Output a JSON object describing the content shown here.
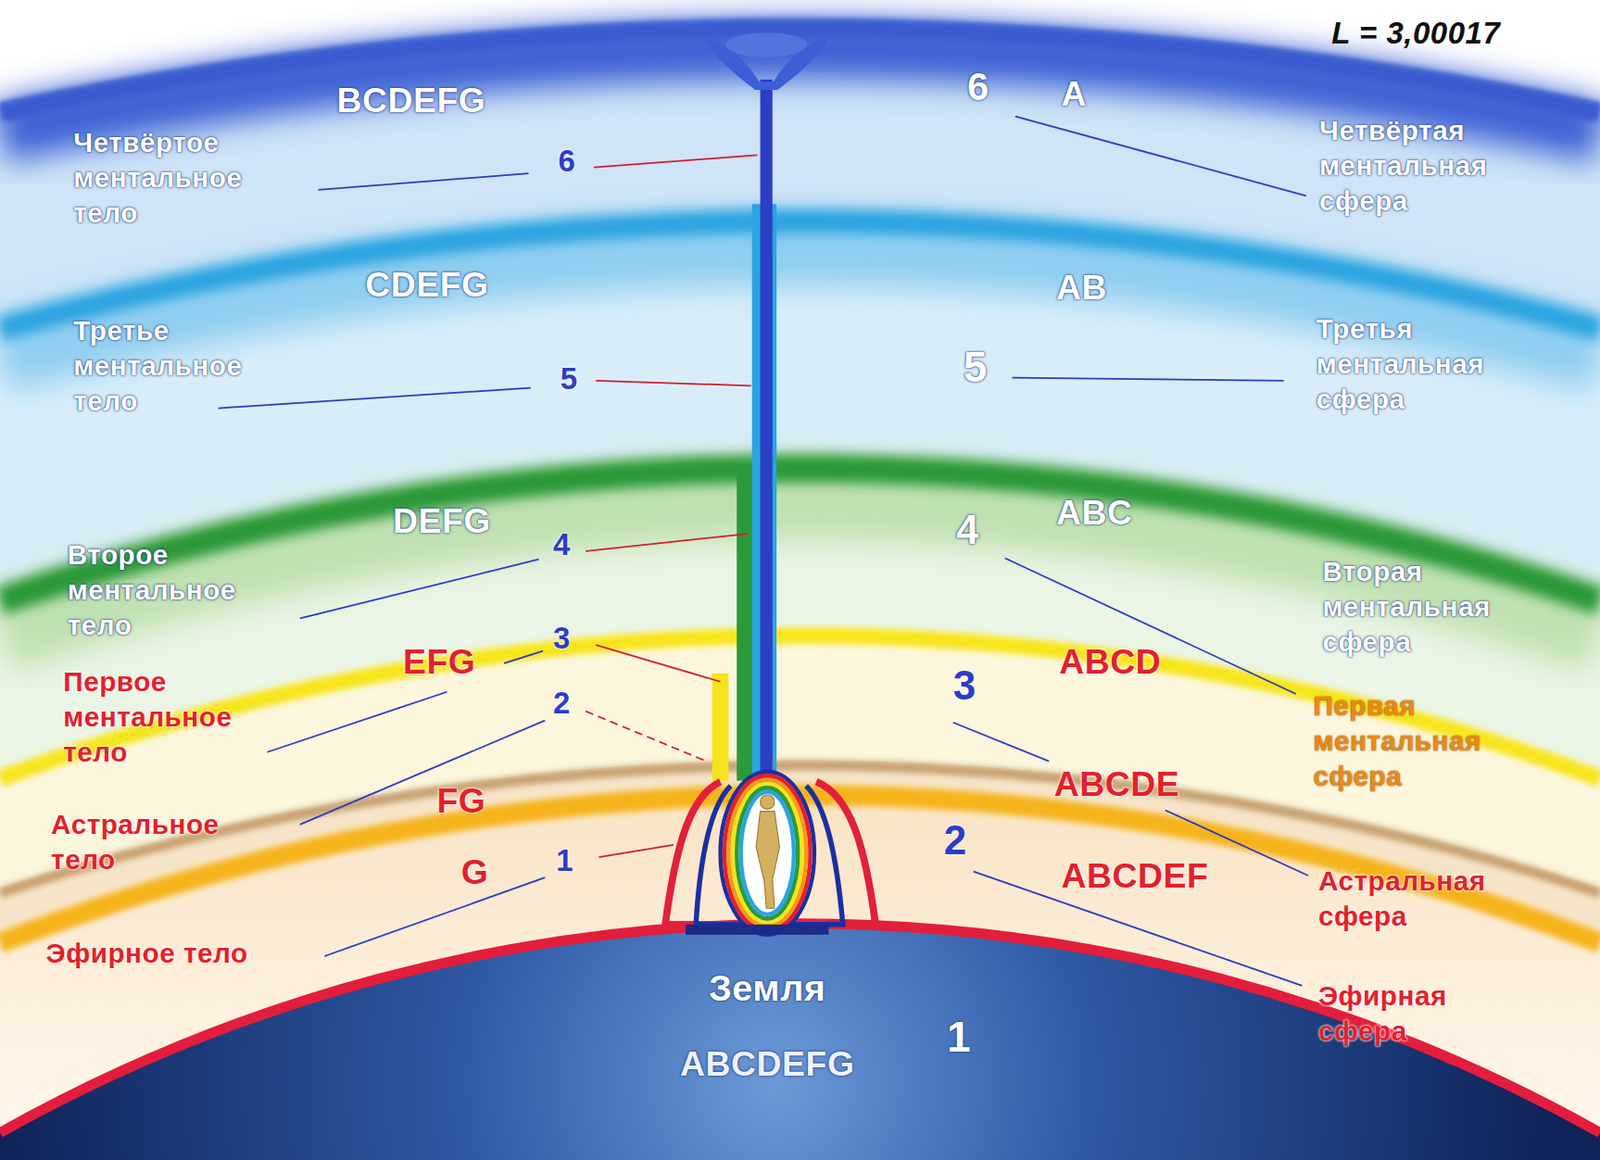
{
  "diagram": {
    "labels": [
      "L = 3,00017",
      "6",
      "A",
      "BCDEFG",
      "Четвёртая ментальная сфера",
      "Четвёртое ментальное тело",
      "6",
      "CDEFG",
      "AB",
      "Третья ментальная сфера",
      "Третье ментальное тело",
      "5",
      "5",
      "ABC",
      "DEFG",
      "4",
      "4",
      "Второе ментальное тело",
      "Вторая ментальная сфера",
      "3",
      "EFG",
      "ABCD",
      "3",
      "Первое ментальное тело",
      "2",
      "Первая ментальная сфера",
      "ABCDE",
      "FG",
      "Астральное тело",
      "2",
      "1",
      "G",
      "ABCDEF",
      "Астральная сфера",
      "Эфирное тело",
      "Земля",
      "Эфирная сфера",
      "1",
      "ABCDEFG"
    ]
  }
}
